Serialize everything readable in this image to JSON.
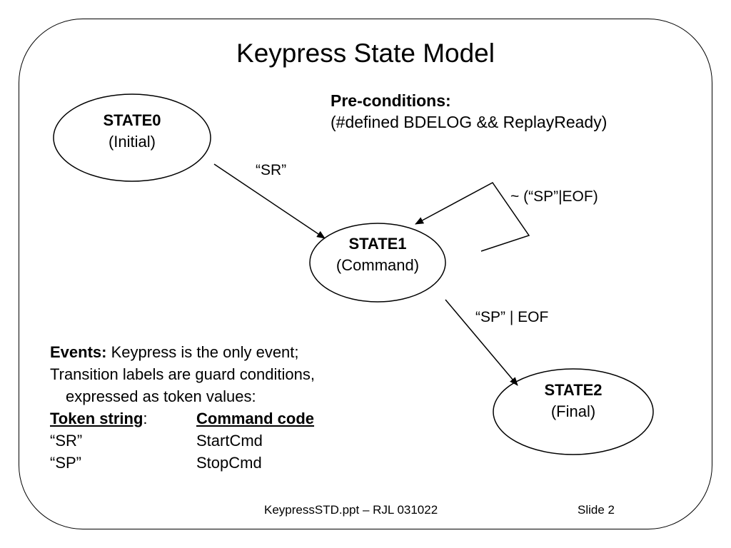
{
  "slide": {
    "title": "Keypress State Model",
    "footer_left": "KeypressSTD.ppt – RJL 031022",
    "footer_right": "Slide 2"
  },
  "preconditions": {
    "heading": "Pre-conditions:",
    "text": "(#defined BDELOG && ReplayReady)"
  },
  "states": [
    {
      "name": "STATE0",
      "subtitle": "(Initial)"
    },
    {
      "name": "STATE1",
      "subtitle": "(Command)"
    },
    {
      "name": "STATE2",
      "subtitle": "(Final)"
    }
  ],
  "transitions": [
    {
      "from": "STATE0",
      "to": "STATE1",
      "label": "“SR”"
    },
    {
      "from": "STATE1",
      "to": "STATE1",
      "label": "~ (“SP”|EOF)"
    },
    {
      "from": "STATE1",
      "to": "STATE2",
      "label": "“SP” | EOF"
    }
  ],
  "events": {
    "heading": "Events:",
    "line1": " Keypress is the only event;",
    "line2": "Transition labels are guard conditions,",
    "line3": "expressed as token values:",
    "table": {
      "headers": [
        "Token string",
        "Command code"
      ],
      "header_suffix": ":",
      "rows": [
        [
          "“SR”",
          "StartCmd"
        ],
        [
          "“SP”",
          "StopCmd"
        ]
      ]
    }
  }
}
